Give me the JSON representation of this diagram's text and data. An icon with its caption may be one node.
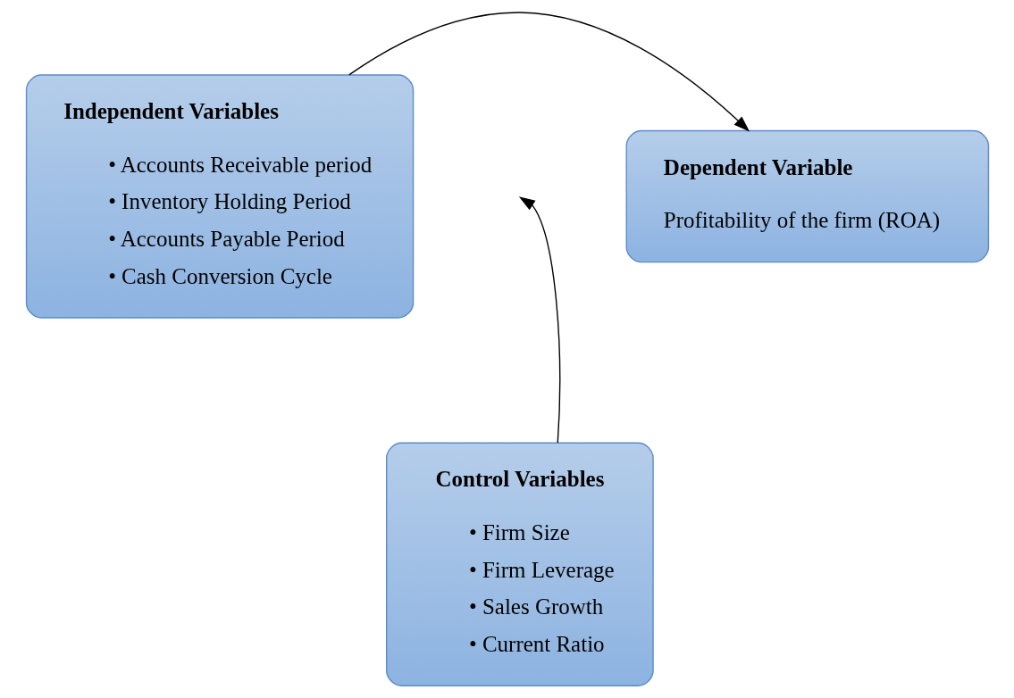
{
  "diagram": {
    "nodes": [
      {
        "text": [
          "Independent Variables",
          "• Accounts Receivable period",
          "• Inventory Holding Period",
          "• Accounts Payable Period",
          "• Cash Conversion Cycle"
        ]
      },
      {
        "text": [
          "Dependent Variable",
          "Profitability of the firm (ROA)"
        ]
      },
      {
        "text": [
          "Control Variables",
          "• Firm Size",
          "• Firm Leverage",
          "• Sales Growth",
          "• Current Ratio"
        ]
      }
    ],
    "edges": [
      {
        "from": 0,
        "to": 1,
        "arrow": "to"
      },
      {
        "from": 2,
        "to": null,
        "arrow": "to"
      }
    ]
  }
}
